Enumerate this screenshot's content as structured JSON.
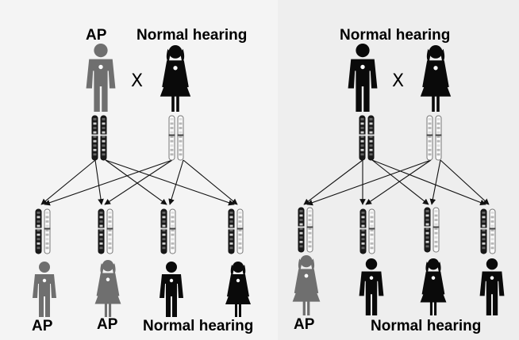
{
  "left_panel": {
    "parent_affected_label": "AP",
    "parent_normal_label": "Normal hearing",
    "cross_symbol": "X",
    "offspring_labels": [
      "AP",
      "AP",
      "Normal hearing"
    ]
  },
  "right_panel": {
    "parent_normal_label": "Normal hearing",
    "cross_symbol": "X",
    "offspring_labels": [
      "AP",
      "Normal hearing"
    ]
  },
  "colors": {
    "affected": "#6f6f6f",
    "normal": "#0a0a0a",
    "background": "#f4f4f4",
    "arrow": "#111111"
  }
}
